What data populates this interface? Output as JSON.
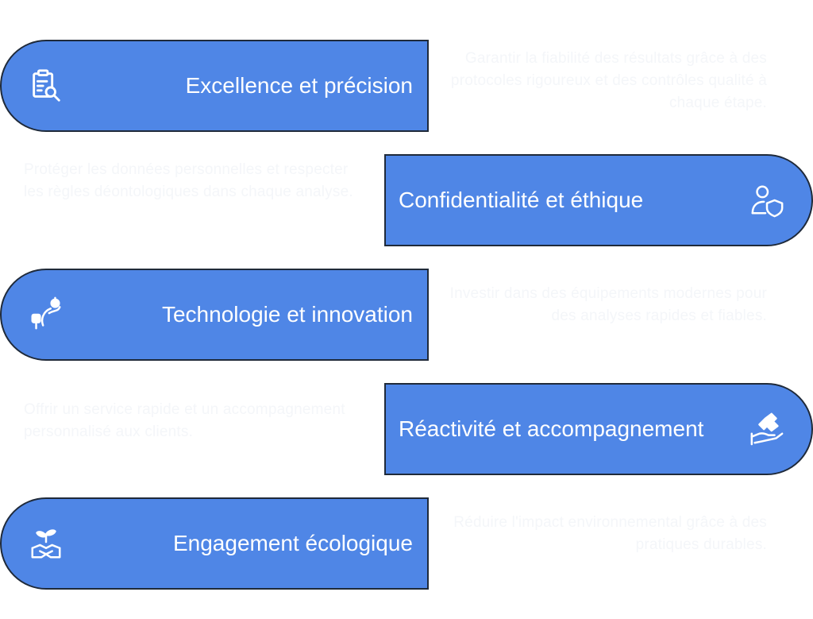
{
  "rows": [
    {
      "title": "Excellence et précision",
      "description": "Garantir la fiabilité des résultats grâce à des protocoles rigoureux et des contrôles qualité à chaque étape.",
      "icon": "clipboard-search-icon",
      "side": "left"
    },
    {
      "title": "Confidentialité et éthique",
      "description": "Protéger les données personnelles et respecter les règles déontologiques dans chaque analyse.",
      "icon": "user-shield-icon",
      "side": "right"
    },
    {
      "title": "Technologie et innovation",
      "description": "Investir dans des équipements modernes pour des analyses rapides et fiables.",
      "icon": "microscope-icon",
      "side": "left"
    },
    {
      "title": "Réactivité et accompagnement",
      "description": "Offrir un service rapide et un accompagnement personnalisé aux clients.",
      "icon": "helping-hand-icon",
      "side": "right"
    },
    {
      "title": "Engagement écologique",
      "description": "Réduire l'impact environnemental grâce à des pratiques durables.",
      "icon": "eco-hands-icon",
      "side": "left"
    }
  ],
  "colors": {
    "pill_fill": "#4f86e6",
    "pill_border": "#1f2a3a",
    "text": "#ffffff"
  }
}
